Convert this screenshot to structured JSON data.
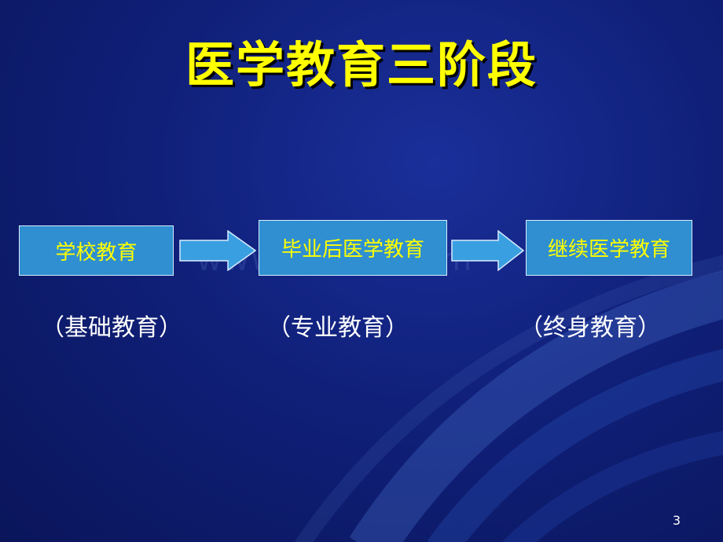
{
  "slide": {
    "title": "医学教育三阶段",
    "watermark": "www.bdocx.com",
    "page_number": "3"
  },
  "flow": {
    "steps": [
      {
        "label": "学校教育",
        "caption": "（基础教育）"
      },
      {
        "label": "毕业后医学教育",
        "caption": "（专业教育）"
      },
      {
        "label": "继续医学教育",
        "caption": "（终身教育）"
      }
    ]
  },
  "colors": {
    "background": "#10207a",
    "title": "#ffff00",
    "box_fill": "#2f8fd0",
    "box_text": "#ffff00",
    "arrow_fill": "#3a9fe0",
    "caption_text": "#ffffff"
  }
}
